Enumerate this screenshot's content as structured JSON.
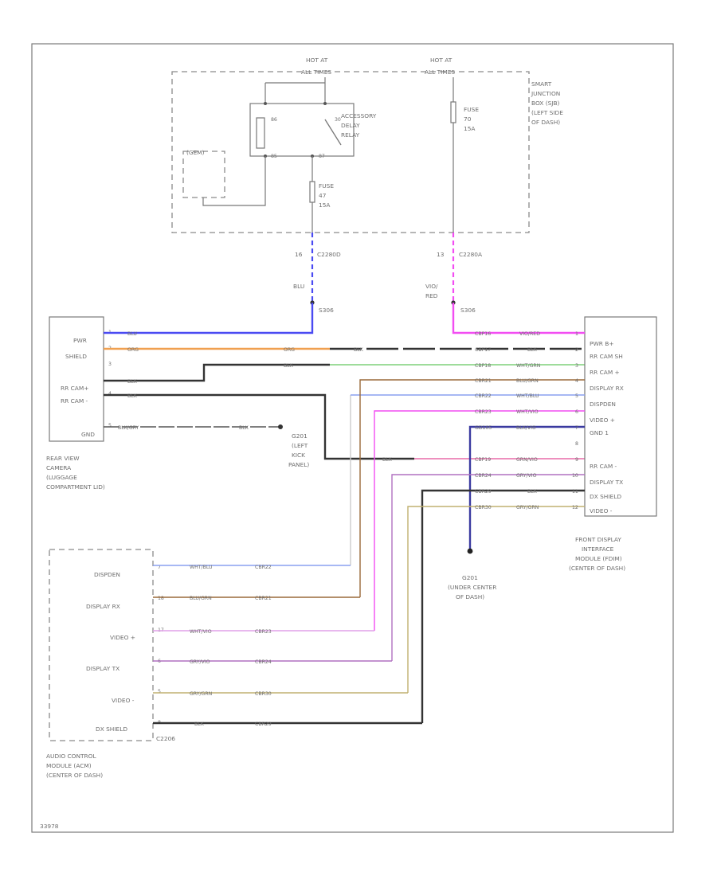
{
  "top_labels": {
    "hot_acc": [
      "HOT AT",
      "ALL TIMES"
    ],
    "hot_all": [
      "HOT AT",
      "ALL TIMES"
    ],
    "sjb": [
      "SMART",
      "JUNCTION",
      "BOX (SJB)",
      "(LEFT SIDE",
      "OF DASH)"
    ],
    "relay": [
      "ACCESSORY",
      "DELAY",
      "RELAY"
    ],
    "relay_pins": [
      "86",
      "30",
      "85",
      "87"
    ],
    "gem": "(GEM)",
    "fuse47": [
      "FUSE",
      "47",
      "15A"
    ],
    "fuse70": [
      "FUSE",
      "70",
      "15A"
    ]
  },
  "connectors": {
    "c2280d_pin": "16",
    "c2280d": "C2280D",
    "c2280a_pin": "13",
    "c2280a": "C2280A",
    "blu": "BLU",
    "s306_a": "S306",
    "vio_red": [
      "VIO/",
      "RED"
    ],
    "s306_b": "S306"
  },
  "camera": {
    "pins": [
      "PWR",
      "SHIELD",
      "RR CAM+",
      "RR CAM -",
      "GND"
    ],
    "pin_nums": [
      "1",
      "2",
      "3",
      "4",
      "5"
    ],
    "caption": [
      "REAR VIEW",
      "CAMERA",
      "(LUGGAGE",
      "COMPARTMENT LID)"
    ],
    "wire_labels": [
      "BLU",
      "ORG",
      "ORG",
      "BLK",
      "BLK",
      "BLK",
      "BLK",
      "BLK/GRY",
      "BLK",
      "BLK"
    ]
  },
  "g201_left": [
    "G201",
    "(LEFT",
    "KICK",
    "PANEL)"
  ],
  "fdim": {
    "pins": [
      "PWR B+",
      "RR CAM SH",
      "RR CAM +",
      "DISPLAY RX",
      "DISPDEN",
      "VIDEO +",
      "GND 1",
      "",
      "RR CAM -",
      "DISPLAY TX",
      "DX SHIELD",
      "VIDEO -"
    ],
    "pin_nums": [
      "1",
      "2",
      "3",
      "4",
      "5",
      "6",
      "7",
      "8",
      "9",
      "10",
      "11",
      "12"
    ],
    "caption": [
      "FRONT DISPLAY",
      "INTERFACE",
      "MODULE (FDIM)",
      "(CENTER OF DASH)"
    ],
    "circuits": [
      "CBP16",
      "CBP17",
      "CBP18",
      "CBR21",
      "CBR22",
      "CBR23",
      "GD105",
      "",
      "CBP19",
      "CBR24",
      "CBR29",
      "CBR30"
    ],
    "wire_colors": [
      "VIO/RED",
      "BLK",
      "WHT/GRN",
      "BLU/GRN",
      "WHT/BLU",
      "WHT/VIO",
      "BLK/VIO",
      "",
      "GRN/VIO",
      "GRY/VIO",
      "BLK",
      "GRY/GRN"
    ]
  },
  "g201_center": [
    "G201",
    "(UNDER CENTER",
    "OF DASH)"
  ],
  "acm": {
    "pins": [
      "DISPDEN",
      "DISPLAY RX",
      "VIDEO +",
      "DISPLAY TX",
      "VIDEO -",
      "DX SHIELD"
    ],
    "pin_nums": [
      "7",
      "18",
      "17",
      "6",
      "5",
      "8"
    ],
    "wire_colors": [
      "WHT/BLU",
      "BLU/GRN",
      "WHT/VIO",
      "GRY/VIO",
      "GRY/GRN",
      "BLK"
    ],
    "circuits": [
      "CBR22",
      "CBR21",
      "CBR23",
      "CBR24",
      "CBR30",
      "CBR29"
    ],
    "connector": "C2206",
    "caption": [
      "AUDIO CONTROL",
      "MODULE (ACM)",
      "(CENTER OF DASH)"
    ]
  },
  "footer": "33978",
  "colors": {
    "blue": "#4a4af2",
    "orange": "#f0a050",
    "black": "#333333",
    "green": "#7fd07a",
    "magenta": "#f24df2",
    "pink": "#e86aa8",
    "violet": "#b070c0",
    "lightblue": "#8aa0f0",
    "brown": "#9a6a3a",
    "lightviolet": "#e0a0e8",
    "olive": "#c0b070",
    "darkblue": "#3a3aa0"
  }
}
